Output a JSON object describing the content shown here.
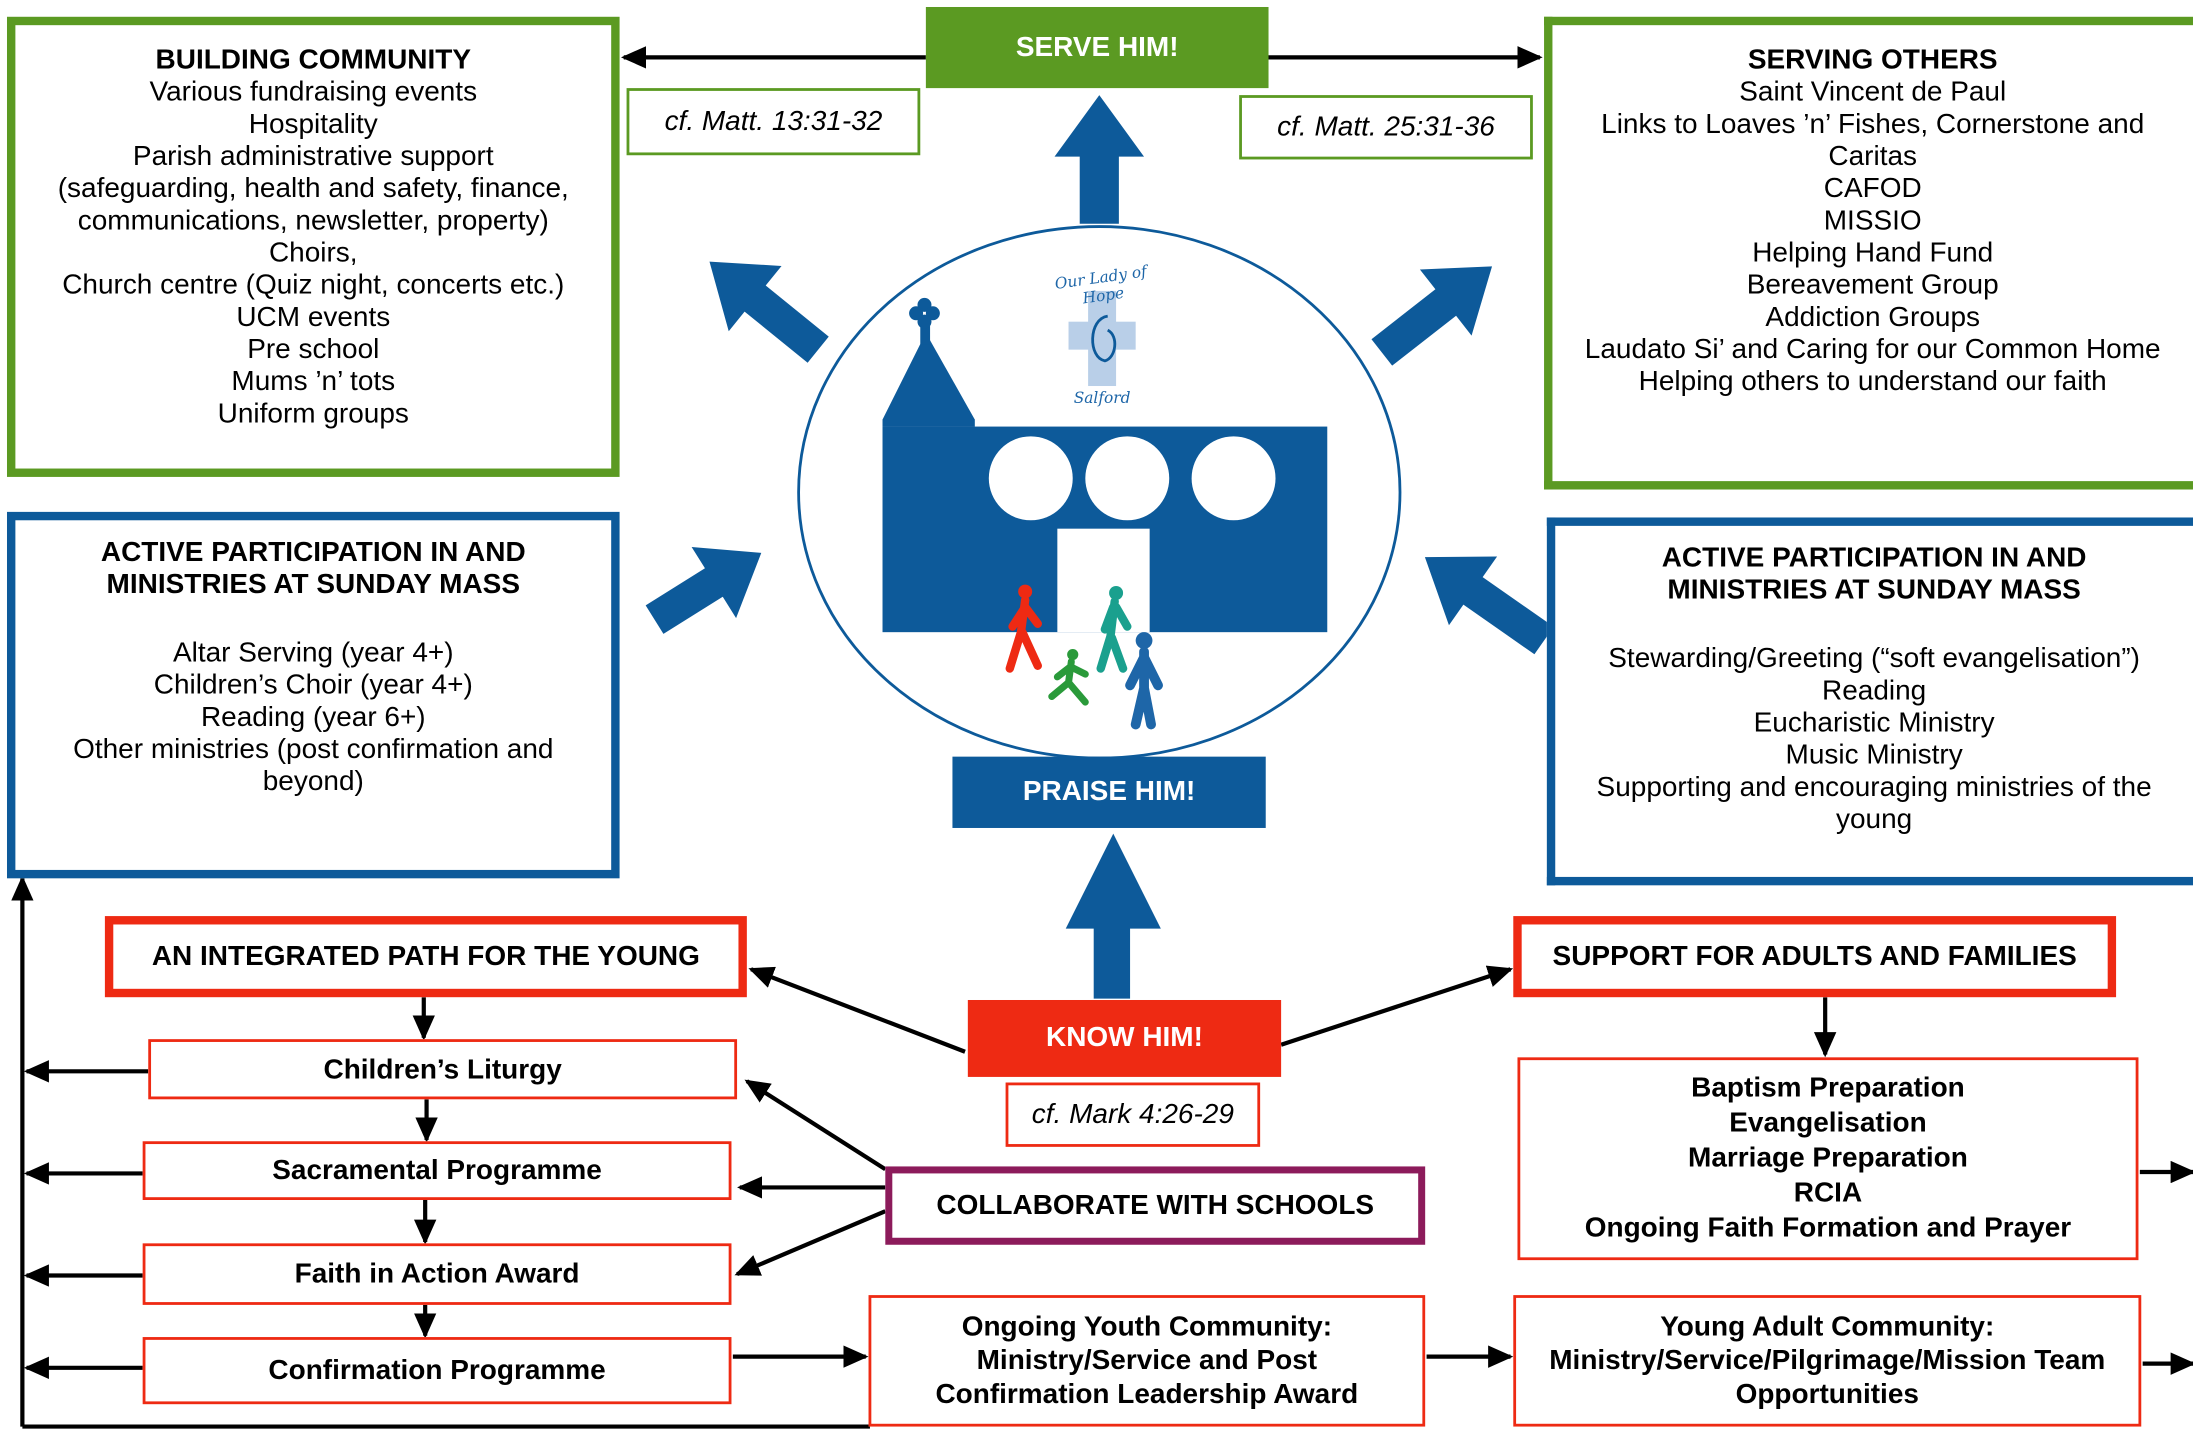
{
  "banners": {
    "serve": "SERVE HIM!",
    "praise": "PRAISE HIM!",
    "know": "KNOW HIM!",
    "schools": "COLLABORATE WITH SCHOOLS"
  },
  "citations": {
    "matt13": "cf. Matt. 13:31-32",
    "matt25": "cf. Matt. 25:31-36",
    "mark4": "cf. Mark 4:26-29"
  },
  "logo": {
    "top_text": "Our Lady of Hope",
    "bottom_text": "Salford"
  },
  "building_community": {
    "title": "BUILDING COMMUNITY",
    "items": [
      "Various fundraising events",
      "Hospitality",
      "Parish administrative support",
      "(safeguarding, health and safety, finance,",
      "communications, newsletter, property)",
      "Choirs,",
      "Church centre (Quiz night, concerts etc.)",
      "UCM events",
      "Pre school",
      "Mums ’n’ tots",
      "Uniform groups"
    ]
  },
  "serving_others": {
    "title": "SERVING OTHERS",
    "items": [
      "Saint Vincent de Paul",
      "Links to Loaves ’n’ Fishes, Cornerstone and",
      "Caritas",
      "CAFOD",
      "MISSIO",
      "Helping Hand Fund",
      "Bereavement Group",
      "Addiction Groups",
      "Laudato Si’ and Caring for our Common Home",
      "Helping others to understand our faith"
    ]
  },
  "participation_left": {
    "title_line1": "ACTIVE PARTICIPATION IN AND",
    "title_line2": "MINISTRIES AT SUNDAY MASS",
    "items": [
      "Altar Serving (year 4+)",
      "Children’s Choir (year 4+)",
      "Reading (year 6+)",
      "Other ministries (post confirmation and",
      "beyond)"
    ]
  },
  "participation_right": {
    "title_line1": "ACTIVE PARTICIPATION IN AND",
    "title_line2": "MINISTRIES AT SUNDAY MASS",
    "items": [
      "Stewarding/Greeting (“soft evangelisation”)",
      "Reading",
      "Eucharistic Ministry",
      "Music Ministry",
      "Supporting and encouraging ministries of the",
      "young"
    ]
  },
  "young_path": {
    "title": "AN INTEGRATED PATH FOR THE YOUNG",
    "steps": [
      "Children’s Liturgy",
      "Sacramental Programme",
      "Faith in Action Award",
      "Confirmation Programme"
    ]
  },
  "adults": {
    "title": "SUPPORT FOR ADULTS AND FAMILIES",
    "items": [
      "Baptism Preparation",
      "Evangelisation",
      "Marriage Preparation",
      "RCIA",
      "Ongoing Faith Formation and Prayer"
    ]
  },
  "youth_community": {
    "lines": [
      "Ongoing Youth Community:",
      "Ministry/Service and Post",
      "Confirmation Leadership Award"
    ]
  },
  "young_adult_community": {
    "lines": [
      "Young Adult Community:",
      "Ministry/Service/Pilgrimage/Mission Team",
      "Opportunities"
    ]
  },
  "colors": {
    "green": "#5b9a22",
    "blue": "#0d5a9a",
    "red": "#ee2a13",
    "plum": "#8c1b5b"
  }
}
